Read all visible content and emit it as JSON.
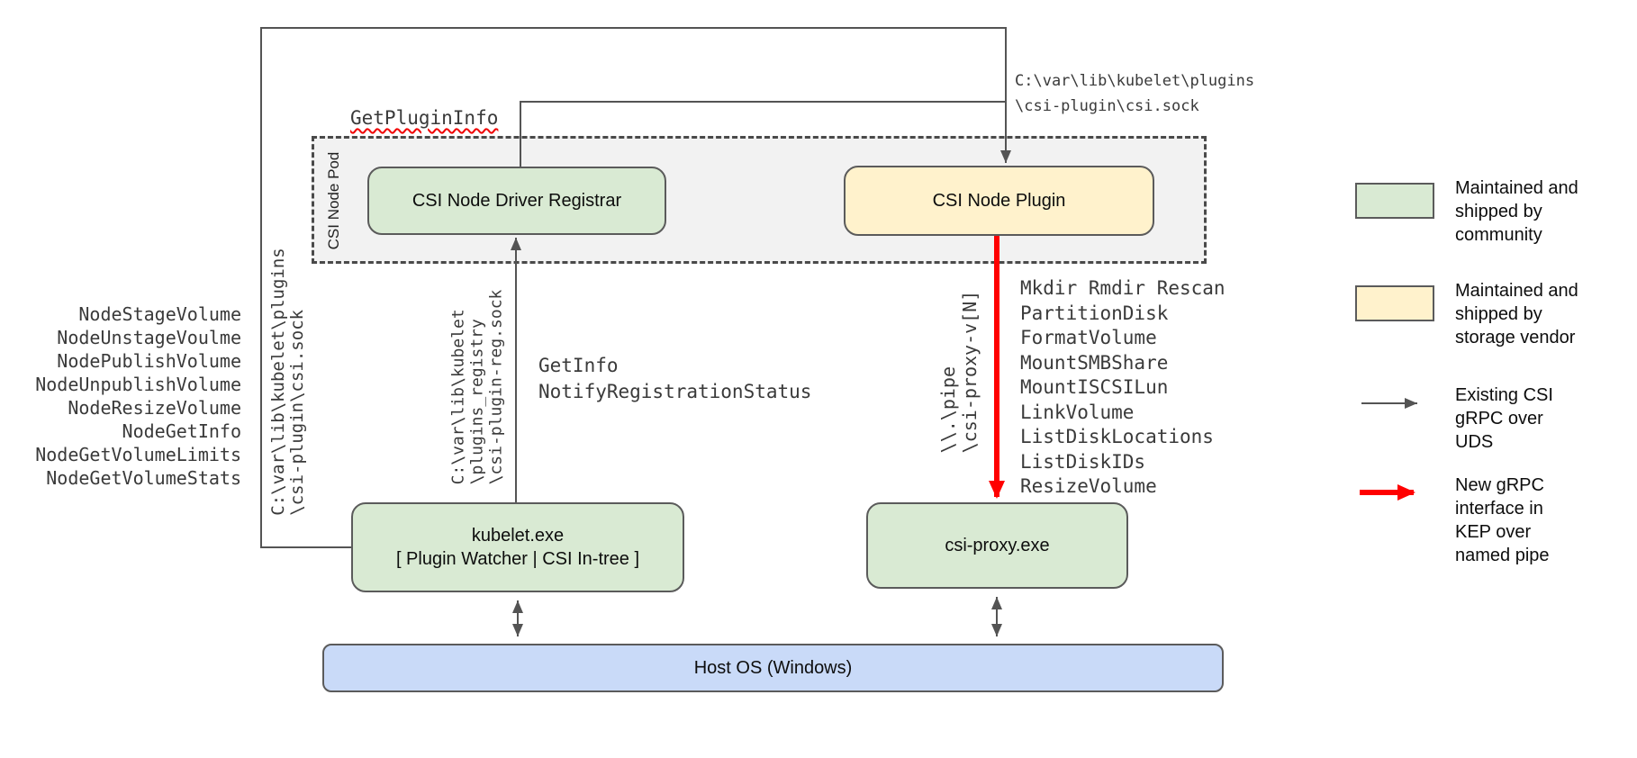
{
  "pod": {
    "label": "CSI Node Pod"
  },
  "boxes": {
    "registrar": "CSI Node Driver Registrar",
    "plugin": "CSI Node Plugin",
    "kubelet_line1": "kubelet.exe",
    "kubelet_line2": "[ Plugin Watcher | CSI In-tree ]",
    "csi_proxy": "csi-proxy.exe",
    "host_os": "Host OS (Windows)"
  },
  "labels": {
    "get_plugin_info": "GetPluginInfo",
    "csi_sock_path_top": "C:\\var\\lib\\kubelet\\plugins\n\\csi-plugin\\csi.sock",
    "csi_sock_path_left": "C:\\var\\lib\\kubelet\\plugins\n\\csi-plugin\\csi.sock",
    "reg_sock_path": "C:\\var\\lib\\kubelet\n\\plugins_registry\n\\csi-plugin-reg.sock",
    "registration_calls": "GetInfo\nNotifyRegistrationStatus",
    "pipe_path": "\\\\.\\pipe\n\\csi-proxy-v[N]"
  },
  "node_calls": [
    "NodeStageVolume",
    "NodeUnstageVoulme",
    "NodePublishVolume",
    "NodeUnpublishVolume",
    "NodeResizeVolume",
    "NodeGetInfo",
    "NodeGetVolumeLimits",
    "NodeGetVolumeStats"
  ],
  "proxy_api": [
    "Mkdir Rmdir Rescan",
    "PartitionDisk",
    "FormatVolume",
    "MountSMBShare",
    "MountISCSILun",
    "LinkVolume",
    "ListDiskLocations",
    "ListDiskIDs",
    "ResizeVolume"
  ],
  "legend": {
    "community": {
      "color": "#d9ead3",
      "label": "Maintained and\nshipped by\ncommunity"
    },
    "vendor": {
      "color": "#fff2cc",
      "label": "Maintained and\nshipped by\nstorage vendor"
    },
    "uds": {
      "color": "#545454",
      "label": "Existing CSI\ngRPC over\nUDS"
    },
    "named_pipe": {
      "color": "#ff0000",
      "label": "New gRPC\ninterface in\nKEP over\nnamed pipe"
    }
  },
  "colors": {
    "community_fill": "#d9ead3",
    "vendor_fill": "#fff2cc",
    "host_fill": "#c9daf8",
    "pod_fill": "#f2f2f2",
    "line_gray": "#545454",
    "arrow_red": "#ff0000"
  }
}
